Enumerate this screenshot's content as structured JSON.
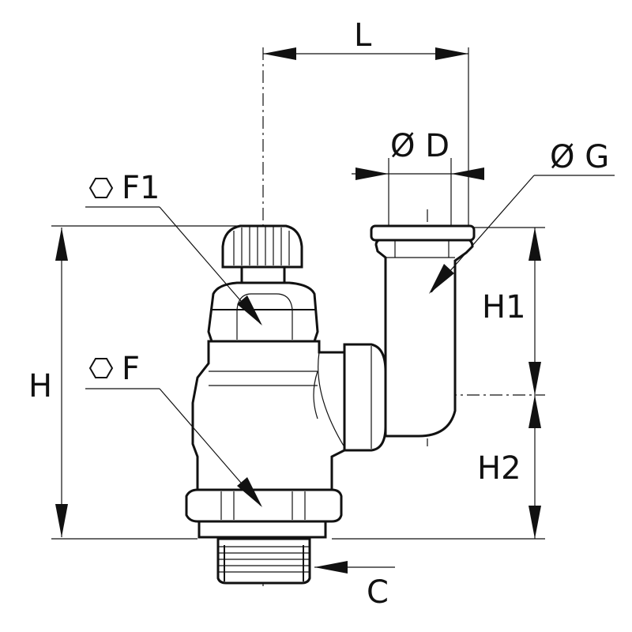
{
  "labels": {
    "L": "L",
    "D": "Ø D",
    "G": "Ø G",
    "F1": "F1",
    "F": "F",
    "H": "H",
    "H1": "H1",
    "H2": "H2",
    "C": "C"
  },
  "icons": {
    "hex_wrench": "hexagon-icon"
  },
  "colors": {
    "ink": "#111111",
    "paper": "#ffffff"
  }
}
